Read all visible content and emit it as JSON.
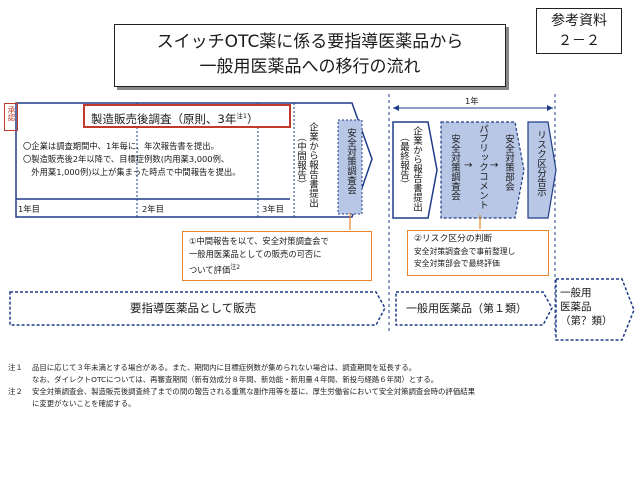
{
  "title": {
    "line1": "スイッチOTC薬に係る要指導医薬品から",
    "line2": "一般用医薬品への移行の流れ"
  },
  "reference": {
    "line1": "参考資料",
    "line2": "２－２"
  },
  "approval": {
    "label": "承認"
  },
  "survey": {
    "title": "製造販売後調査（原則、3年",
    "note_mark": "注1",
    "title_end": "）",
    "bullet1": "〇企業は調査期間中、1年毎に、年次報告書を提出。",
    "bullet2": "〇製造販売後2年以降で、目標症例数(内用薬3,000例、",
    "bullet3": "　外用薬1,000例)以上が集まった時点で中間報告を提出。"
  },
  "years": {
    "y1": "1年目",
    "y2": "2年目",
    "y3": "3年目"
  },
  "steps": {
    "interim_report": "企業から報告書提出",
    "interim_sub": "（中間報告）",
    "safety_council": "安全対策調査会",
    "final_report": "企業から報告書提出",
    "final_sub": "（最終報告）",
    "safety_council2": "安全対策調査会",
    "arrow": "→",
    "public_comment": "パブリックコメント",
    "safety_committee": "安全対策部会",
    "risk_notice": "リスク区分告示"
  },
  "one_year": "1年",
  "callout1": {
    "line1": "①中間報告を以て、安全対策調査会で",
    "line2": "一般用医薬品としての販売の可否に",
    "line3": "ついて評価",
    "note_mark": "注2"
  },
  "callout2": {
    "title": "②リスク区分の判断",
    "line1": "安全対策調査会で事前整理し",
    "line2": "安全対策部会で最終評価"
  },
  "bottom": {
    "guidance": "要指導医薬品として販売",
    "otc1": "一般用医薬品（第１類）",
    "otc_q_line1": "一般用",
    "otc_q_line2": "医薬品",
    "otc_q_line3": "（第？類）"
  },
  "notes": {
    "n1_mark": "注１",
    "n1_line1": "品目に応じて３年未満とする場合がある。また、期間内に目標症例数が集められない場合は、調査期間を延長する。",
    "n1_line2": "なお、ダイレクトOTCについては、再審査期間（新有効成分８年間、新効能・新用量４年間、新投与経路６年間）とする。",
    "n2_mark": "注２",
    "n2_line1": "安全対策調査会、製造販売後調査終了までの間の報告される重篤な副作用等を基に、厚生労働省において安全対策調査会時の評価結果",
    "n2_line2": "に変更がないことを確認する。"
  },
  "colors": {
    "survey_border": "#c0392b",
    "arrow_border": "#1f3c88",
    "step_fill": "#b8c7e6",
    "callout_border": "#e8852b",
    "grey_line": "#9aa0a8"
  }
}
